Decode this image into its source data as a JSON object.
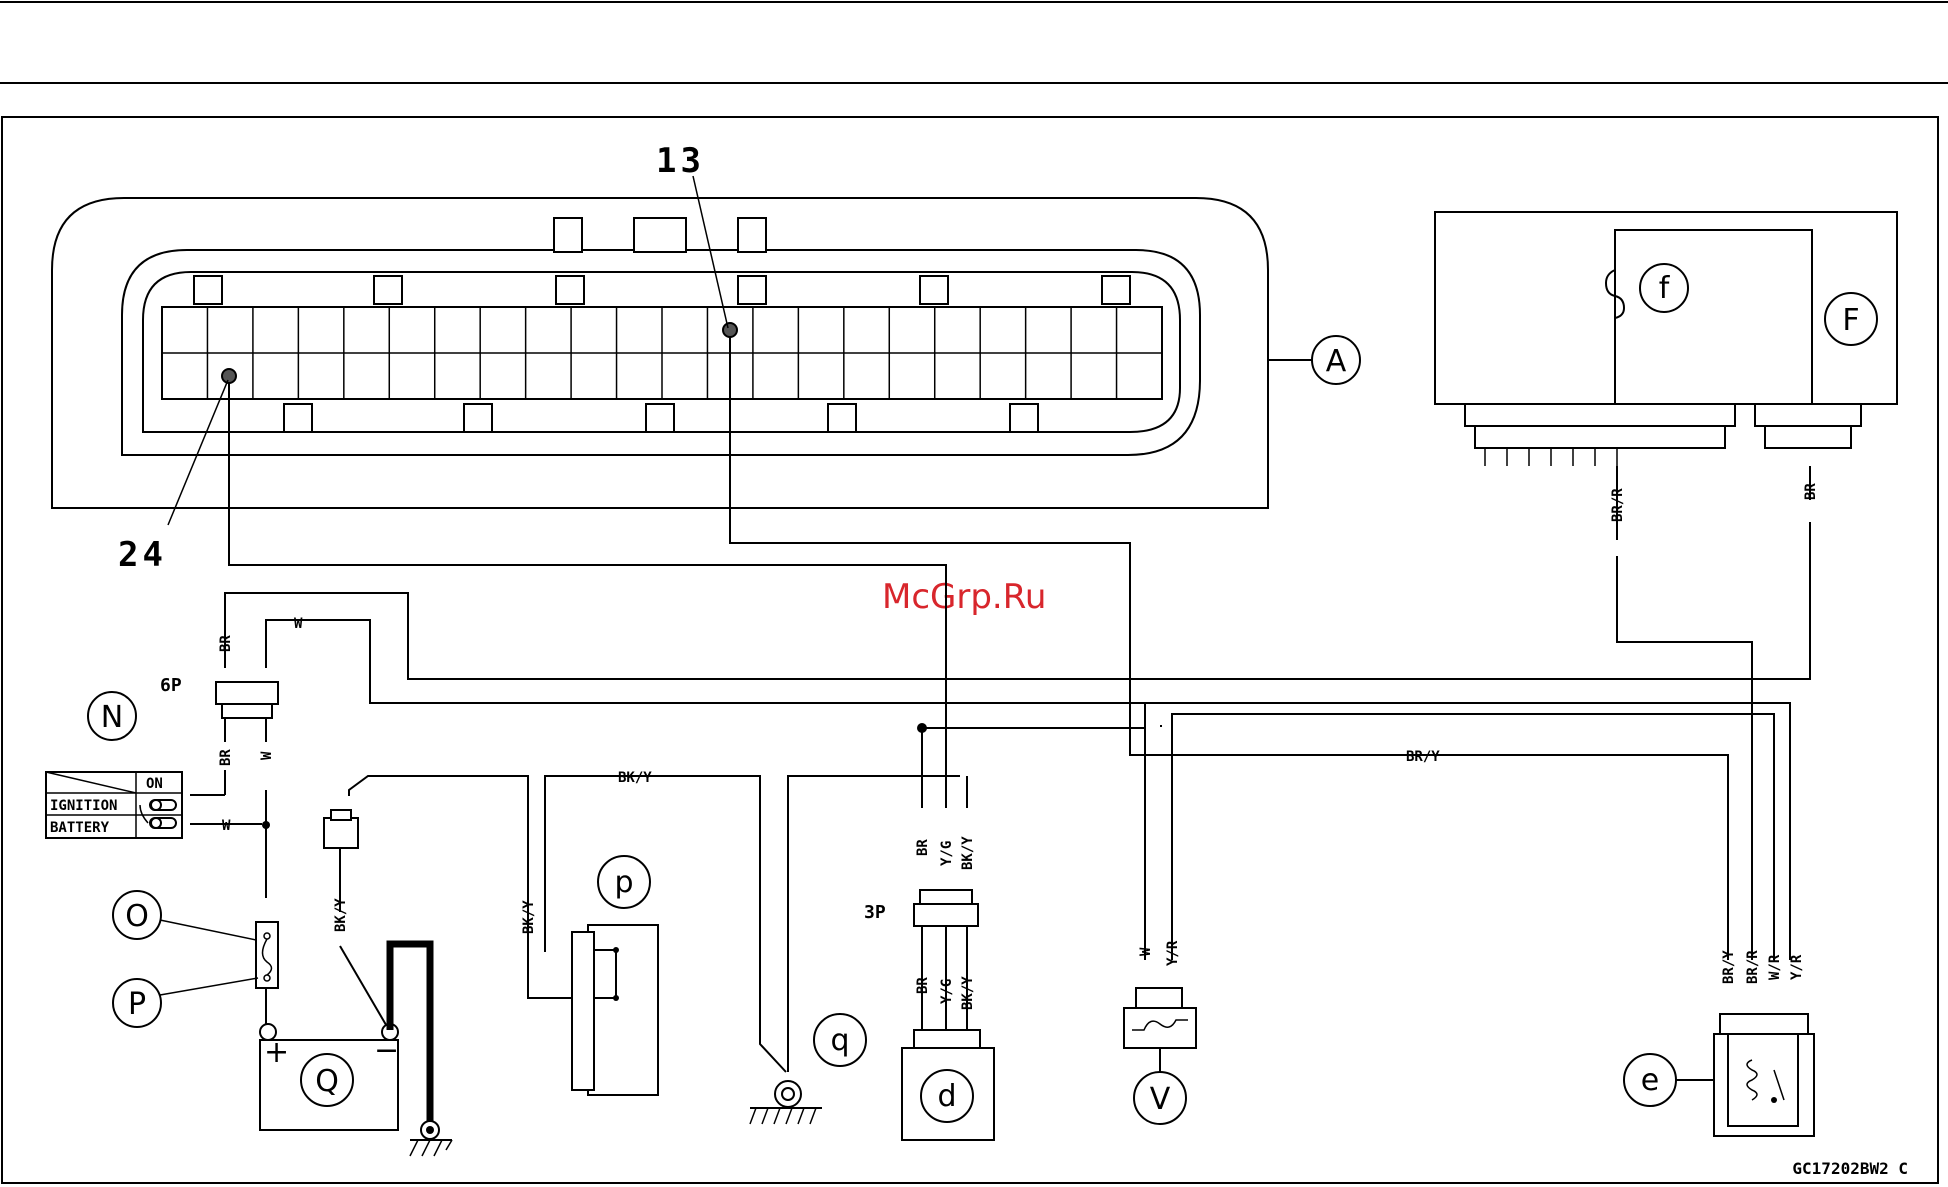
{
  "watermark": "McGrp.Ru",
  "figure_code": "GC17202BW2 C",
  "pin_labels": {
    "pin13": "13",
    "pin24": "24"
  },
  "component_labels": {
    "A": "A",
    "F": "F",
    "f": "f",
    "N": "N",
    "O": "O",
    "P": "P",
    "Q": "Q",
    "p": "p",
    "q": "q",
    "d": "d",
    "V": "V",
    "e": "e"
  },
  "connector_labels": {
    "six_pin": "6P",
    "three_pin": "3P"
  },
  "switch_table": {
    "on": "ON",
    "ignition": "IGNITION",
    "battery": "BATTERY"
  },
  "battery_terminals": {
    "plus": "+",
    "minus": "−"
  },
  "wire_labels": {
    "br": "BR",
    "w": "W",
    "bk_y": "BK/Y",
    "br_y": "BR/Y",
    "br_r": "BR/R",
    "y_g": "Y/G",
    "y_r": "Y/R",
    "w_r": "W/R"
  },
  "colors": {
    "line": "#000000",
    "watermark": "#d8262c"
  }
}
